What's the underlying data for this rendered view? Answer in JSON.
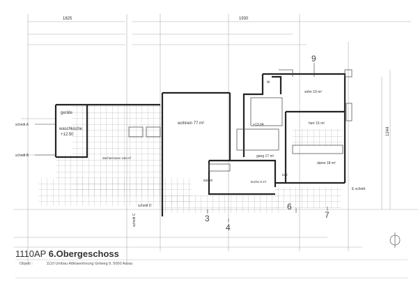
{
  "dimensions": {
    "left_total": "1825",
    "right_total": "1930",
    "vertical_total": "1244"
  },
  "rooms": {
    "geraete": "geräte",
    "waschkueche": "waschküche",
    "waschkueche_level": "+12.50",
    "dachterrasse": "dachterrasse 136 m²",
    "wohnen": "wohnen 77 m²",
    "lift": "lift",
    "sohn": "sohn 19 m²",
    "level_2": "+13.04",
    "herr": "herr 15 m²",
    "gang": "gang 17 m²",
    "dame": "dame 18 m²",
    "essen": "essen",
    "kueche": "küche 9 m²",
    "bad": "bad"
  },
  "sections": {
    "a": "schnitt A",
    "b": "schnitt B",
    "c": "schnitt C",
    "d": "schnitt D",
    "e": "E schnitt"
  },
  "markers": {
    "m3": "3",
    "m4": "4",
    "m6": "6",
    "m7": "7",
    "m9": "9"
  },
  "title": {
    "code": "1110AP",
    "floor": "6.Obergeschoss"
  },
  "object": {
    "label": "Objekt :",
    "value": "1110 Umbau Attikawohnung Girlweg 9, 5000 Aarau"
  }
}
